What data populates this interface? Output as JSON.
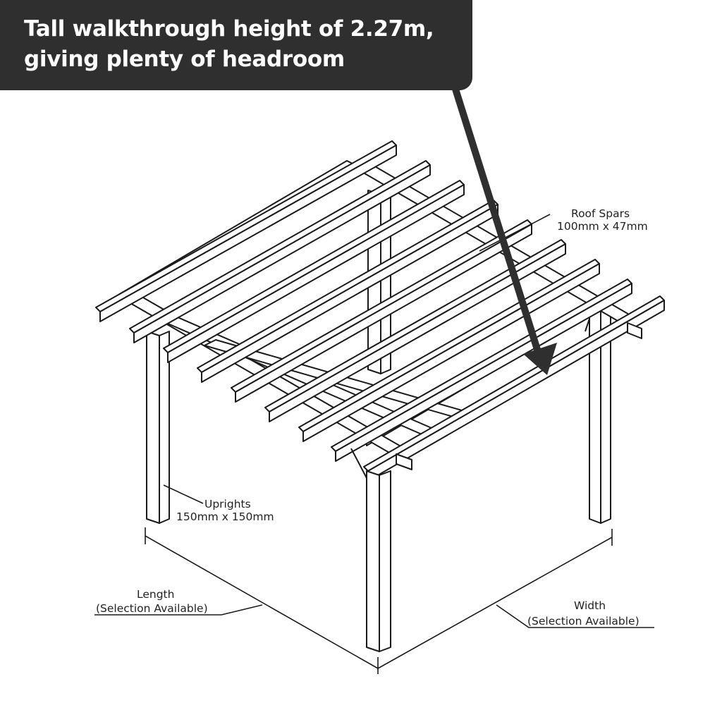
{
  "headline": "Tall walkthrough height of 2.27m, giving plenty of headroom",
  "callouts": {
    "roof_spars": {
      "title": "Roof Spars",
      "size": "100mm x 47mm"
    },
    "uprights": {
      "title": "Uprights",
      "size": "150mm x 150mm"
    },
    "length": {
      "title": "Length",
      "note": "(Selection Available)"
    },
    "width": {
      "title": "Width",
      "note": "(Selection Available)"
    }
  },
  "colors": {
    "banner": "#2f2f2f",
    "banner_text": "#ffffff",
    "line_art": "#1a1a1a",
    "arrow": "#2f2f2f"
  }
}
